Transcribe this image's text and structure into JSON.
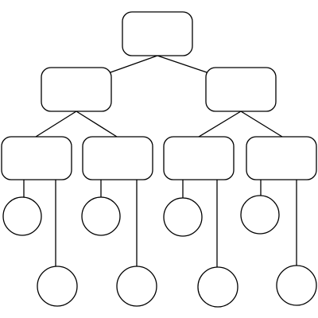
{
  "diagram": {
    "type": "tree",
    "stroke_color": "#000000",
    "fill_color": "#ffffff",
    "background_color": "#ffffff",
    "node_shape": "rounded-rectangle",
    "leaf_shape": "circle",
    "levels": {
      "root_boxes": 1,
      "second_level_boxes": 2,
      "third_level_boxes": 4,
      "leaf_circles": 8
    },
    "labels": []
  }
}
